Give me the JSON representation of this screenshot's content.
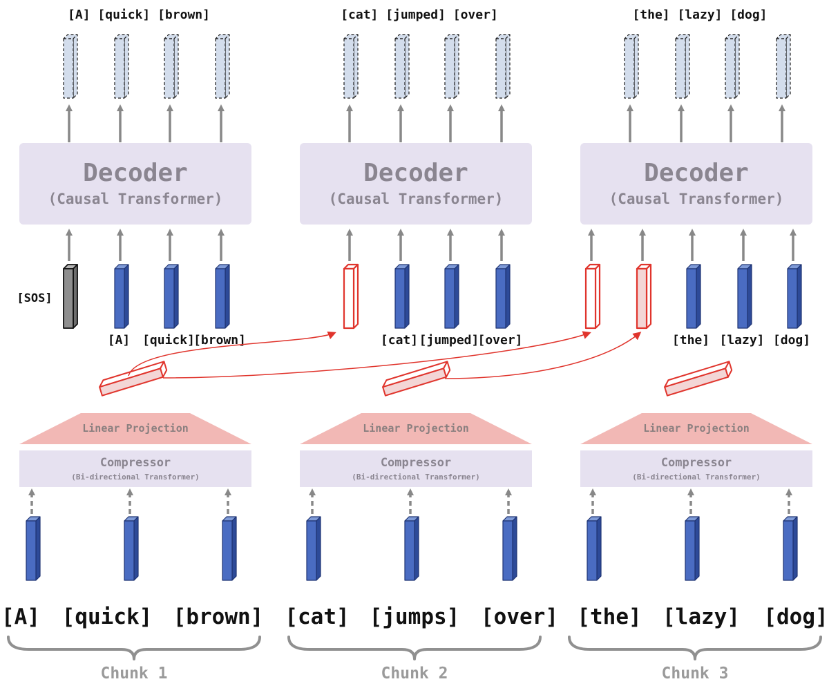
{
  "colors": {
    "panel": "#e6e1f0",
    "panel_text": "#8a8590",
    "projection": "#f2b8b5",
    "projection_text": "#8a7f7f",
    "token_blue_front": "#4a6cc2",
    "token_blue_side": "#2d4a98",
    "token_blue_top": "#7f9bd8",
    "output_fill": "#d3ddec",
    "red": "#e0342c",
    "red_fill": "#f3d6d6",
    "sos_fill": "#8f8f8f",
    "arrow_gray": "#888888",
    "brace_gray": "#909090",
    "chunk_label": "#9a9a9a"
  },
  "chunks": [
    {
      "label": "Chunk 1",
      "input_tokens": [
        "[A]",
        "[quick]",
        "[brown]"
      ],
      "compressor_title": "Compressor",
      "compressor_subtitle": "(Bi-directional Transformer)",
      "projection_label": "Linear Projection",
      "decoder_title": "Decoder",
      "decoder_subtitle": "(Causal Transformer)",
      "decoder_input_tokens": [
        "[A]",
        "[quick]",
        "[brown]"
      ],
      "special_token": "[SOS]",
      "output_tokens": "[A] [quick] [brown]"
    },
    {
      "label": "Chunk 2",
      "input_tokens": [
        "[cat]",
        "[jumps]",
        "[over]"
      ],
      "compressor_title": "Compressor",
      "compressor_subtitle": "(Bi-directional Transformer)",
      "projection_label": "Linear Projection",
      "decoder_title": "Decoder",
      "decoder_subtitle": "(Causal Transformer)",
      "decoder_input_tokens": [
        "[cat]",
        "[jumped]",
        "[over]"
      ],
      "output_tokens": "[cat] [jumped] [over]"
    },
    {
      "label": "Chunk 3",
      "input_tokens": [
        "[the]",
        "[lazy]",
        "[dog]"
      ],
      "compressor_title": "Compressor",
      "compressor_subtitle": "(Bi-directional Transformer)",
      "projection_label": "Linear Projection",
      "decoder_title": "Decoder",
      "decoder_subtitle": "(Causal Transformer)",
      "decoder_input_tokens": [
        "[the]",
        "[lazy]",
        "[dog]"
      ],
      "output_tokens": "[the] [lazy] [dog]"
    }
  ]
}
